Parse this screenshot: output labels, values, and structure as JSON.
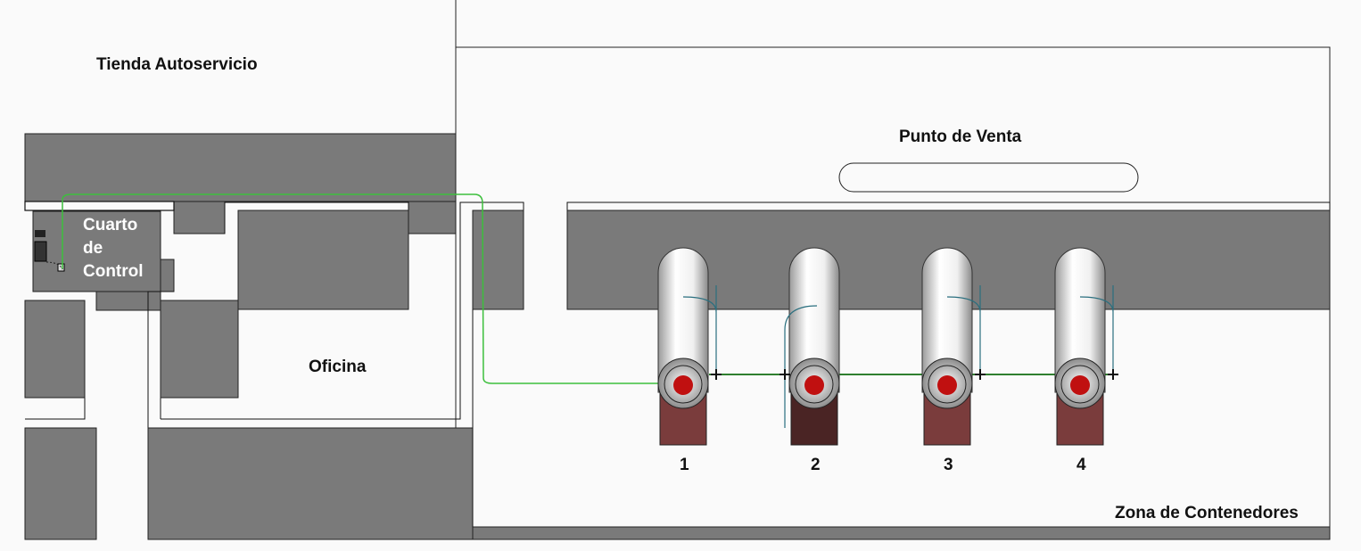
{
  "labels": {
    "store": "Tienda Autoservicio",
    "control_room": [
      "Cuarto",
      "de",
      "Control"
    ],
    "office": "Oficina",
    "point_of_sale": "Punto de Venta",
    "container_zone": "Zona de Contenedores"
  },
  "tanks": [
    {
      "number": "1",
      "base_color": "#7a3c3c"
    },
    {
      "number": "2",
      "base_color": "#4a2424"
    },
    {
      "number": "3",
      "base_color": "#7a3c3c"
    },
    {
      "number": "4",
      "base_color": "#7a3c3c"
    }
  ],
  "colors": {
    "wall": "#7a7a7a",
    "pipe": "#3cbf3c",
    "tank_valve": "#c01010"
  }
}
